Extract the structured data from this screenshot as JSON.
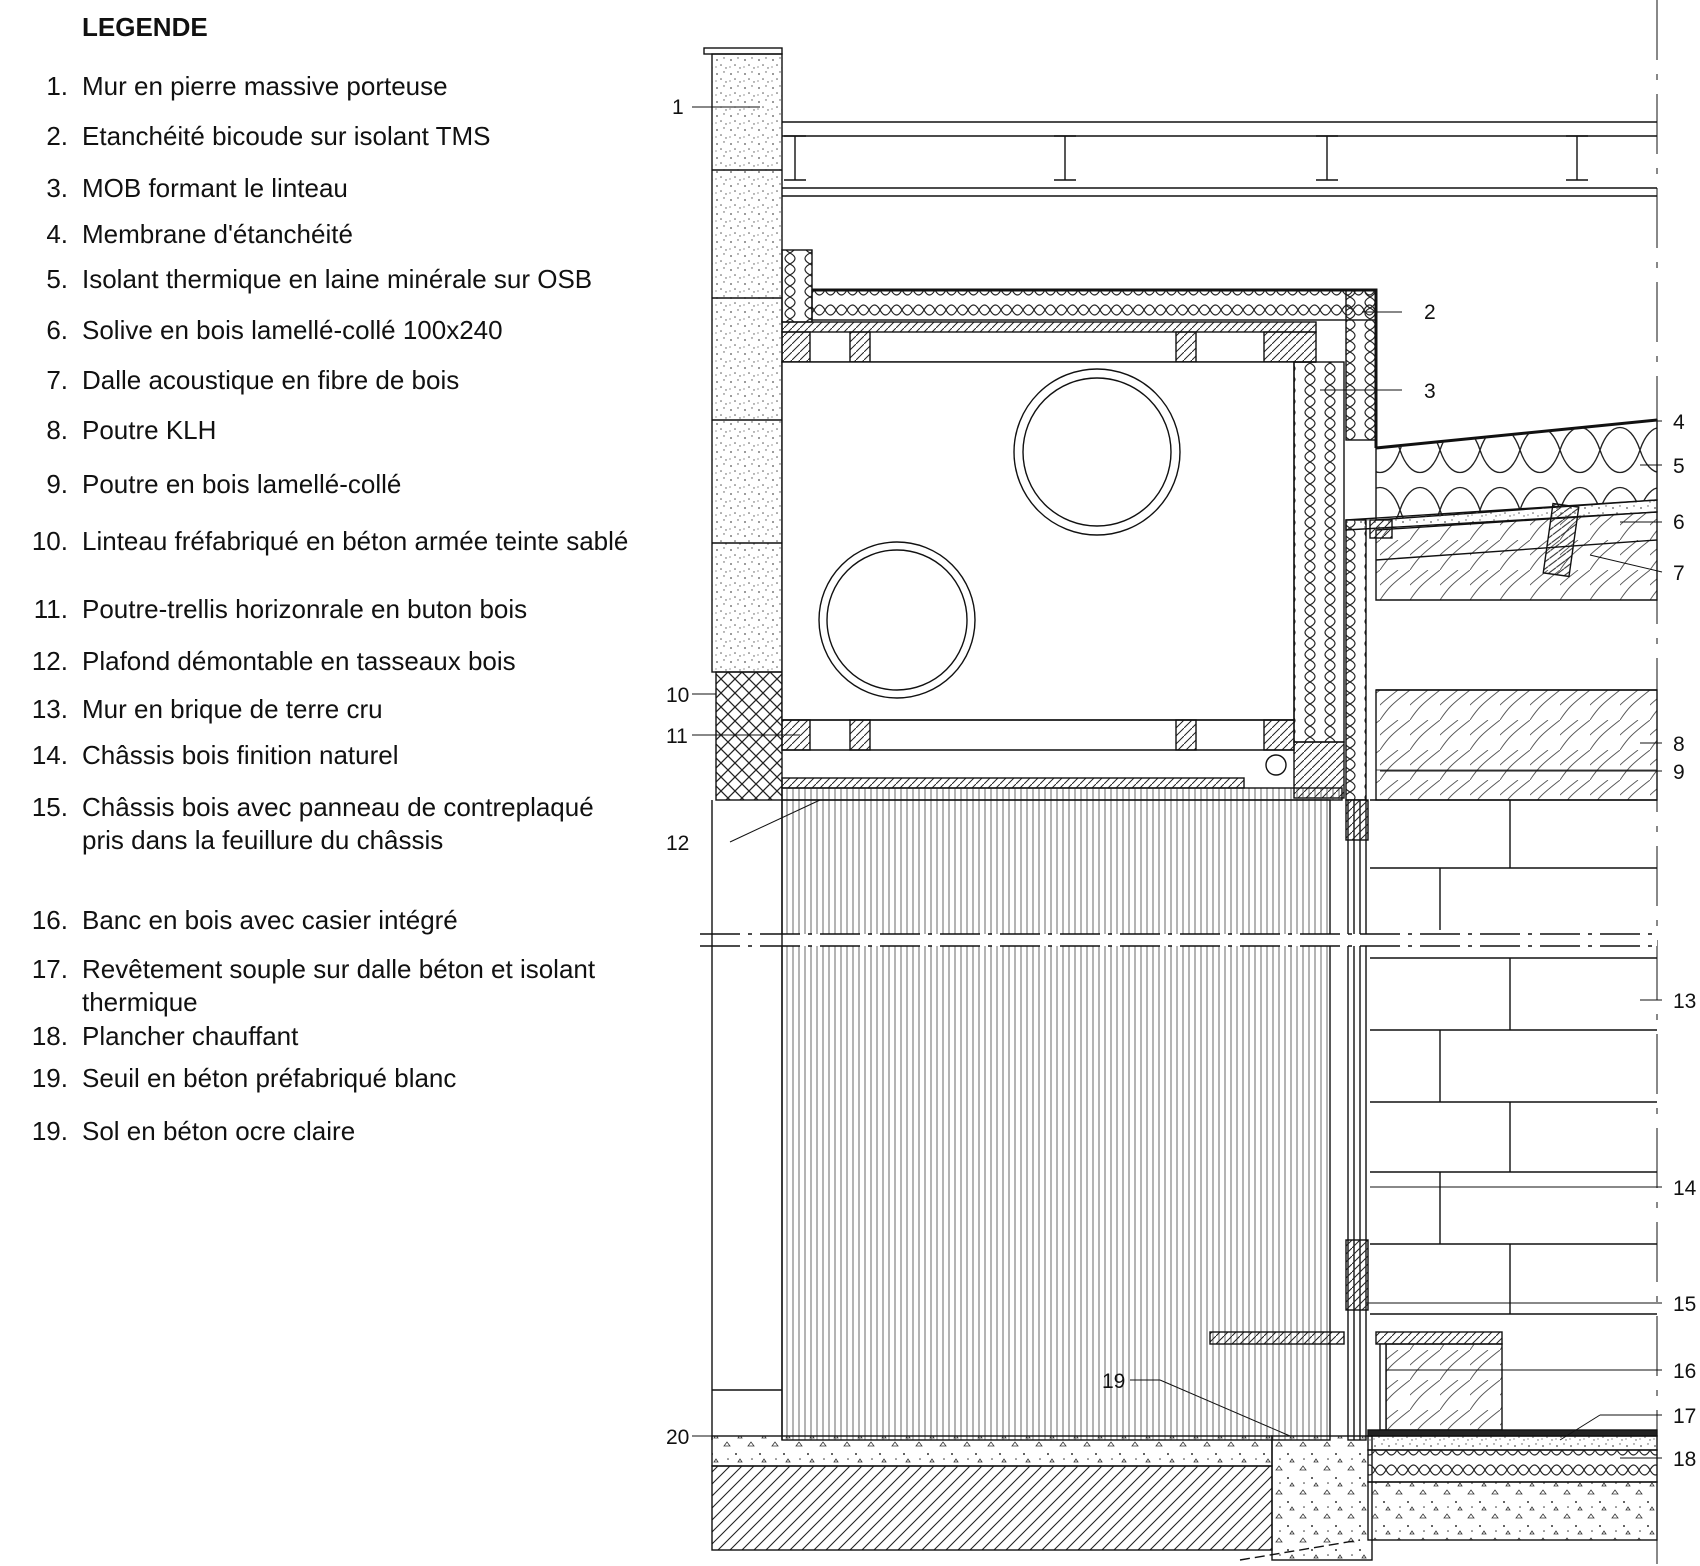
{
  "legend": {
    "title": "LEGENDE",
    "items": [
      {
        "num": "1.",
        "text": "Mur en pierre massive porteuse"
      },
      {
        "num": "2.",
        "text": "Etanchéité bicoude sur isolant TMS"
      },
      {
        "num": "3.",
        "text": "MOB formant le linteau"
      },
      {
        "num": "4.",
        "text": "Membrane d'étanchéité"
      },
      {
        "num": "5.",
        "text": "Isolant thermique en laine minérale sur OSB"
      },
      {
        "num": "6.",
        "text": "Solive en bois lamellé-collé 100x240"
      },
      {
        "num": "7.",
        "text": "Dalle acoustique en fibre de bois"
      },
      {
        "num": "8.",
        "text": "Poutre KLH"
      },
      {
        "num": "9.",
        "text": "Poutre en bois lamellé-collé"
      },
      {
        "num": "10.",
        "text": "Linteau fréfabriqué en béton armée teinte sablé"
      },
      {
        "num": "11.",
        "text": "Poutre-trellis horizonrale en buton bois"
      },
      {
        "num": "12.",
        "text": "Plafond démontable en tasseaux bois"
      },
      {
        "num": "13.",
        "text": "Mur en brique de terre cru"
      },
      {
        "num": "14.",
        "text": "Châssis bois finition naturel"
      },
      {
        "num": "15.",
        "text": "Châssis bois avec panneau de contreplaqué pris dans la feuillure du châssis"
      },
      {
        "num": "16.",
        "text": "Banc en bois avec casier intégré"
      },
      {
        "num": "17.",
        "text": "Revêtement souple sur dalle béton et isolant thermique"
      },
      {
        "num": "18.",
        "text": "Plancher chauffant"
      },
      {
        "num": "19.",
        "text": "Seuil en béton préfabriqué blanc"
      },
      {
        "num": "19.",
        "text": "Sol en béton ocre claire"
      }
    ]
  },
  "callouts": {
    "c1": "1",
    "c2": "2",
    "c3": "3",
    "c4": "4",
    "c5": "5",
    "c6": "6",
    "c7": "7",
    "c8": "8",
    "c9": "9",
    "c10": "10",
    "c11": "11",
    "c12": "12",
    "c13": "13",
    "c14": "14",
    "c15": "15",
    "c16": "16",
    "c17": "17",
    "c18": "18",
    "c19": "19",
    "c20": "20"
  }
}
